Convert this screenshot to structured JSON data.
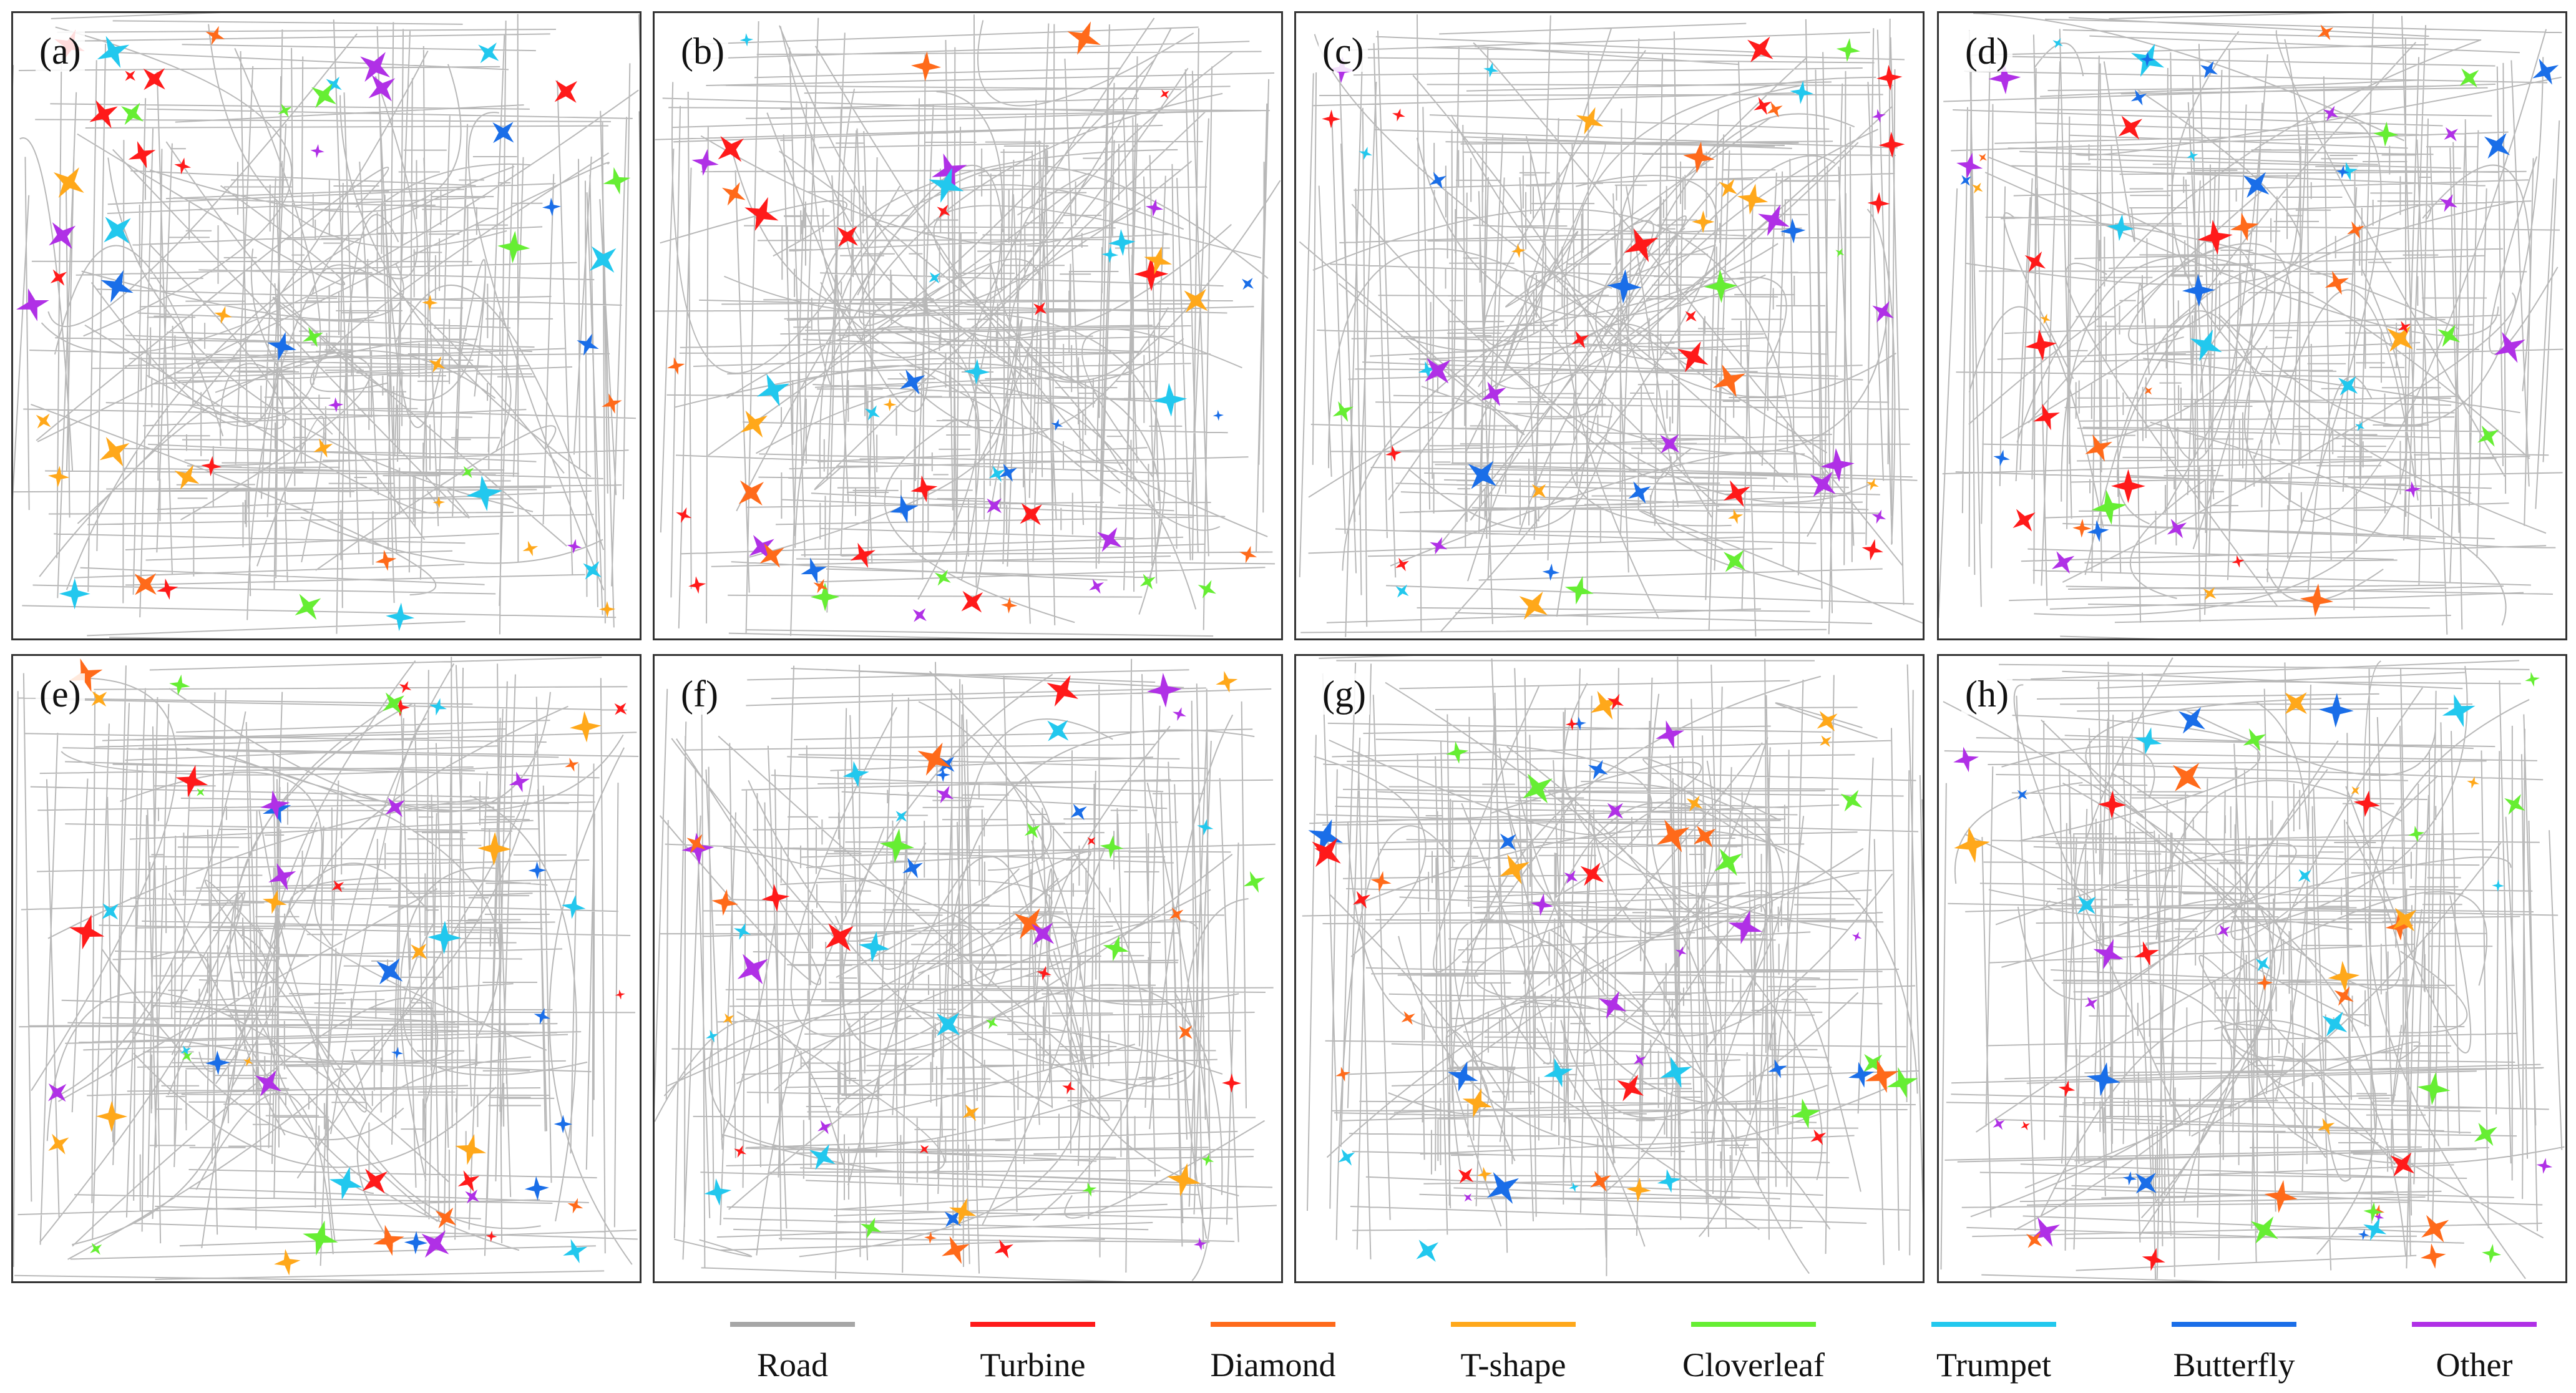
{
  "panels": [
    {
      "id": "a",
      "label": "(a)"
    },
    {
      "id": "b",
      "label": "(b)"
    },
    {
      "id": "c",
      "label": "(c)"
    },
    {
      "id": "d",
      "label": "(d)"
    },
    {
      "id": "e",
      "label": "(e)"
    },
    {
      "id": "f",
      "label": "(f)"
    },
    {
      "id": "g",
      "label": "(g)"
    },
    {
      "id": "h",
      "label": "(h)"
    }
  ],
  "legend": [
    {
      "label": "Road",
      "color": "#a6a6a6"
    },
    {
      "label": "Turbine",
      "color": "#ff1a1a"
    },
    {
      "label": "Diamond",
      "color": "#ff6a1a"
    },
    {
      "label": "T-shape",
      "color": "#ffa81a"
    },
    {
      "label": "Cloverleaf",
      "color": "#66ee33"
    },
    {
      "label": "Trumpet",
      "color": "#22c8ee"
    },
    {
      "label": "Butterfly",
      "color": "#1a6ee8"
    },
    {
      "label": "Other",
      "color": "#b030e6"
    }
  ]
}
